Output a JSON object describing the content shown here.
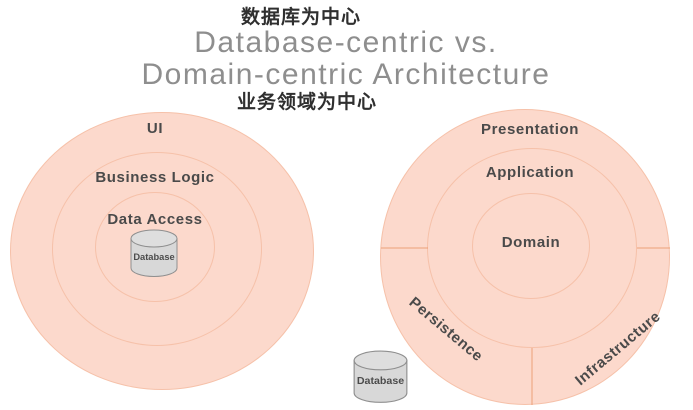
{
  "header": {
    "annotation_top": "数据库为中心",
    "title_line1": "Database-centric vs.",
    "title_line2": "Domain-centric Architecture",
    "annotation_bottom": "业务领域为中心"
  },
  "left_diagram": {
    "name": "database-centric",
    "layers": [
      "UI",
      "Business Logic",
      "Data Access"
    ],
    "database_label": "Database"
  },
  "right_diagram": {
    "name": "domain-centric",
    "layers": [
      "Presentation",
      "Application",
      "Domain"
    ],
    "outer_segments": [
      "Persistence",
      "Infrastructure"
    ],
    "database_label": "Database"
  },
  "colors": {
    "ring_fill": "#fcd9cc",
    "ring_stroke": "#ec9c70",
    "layer_text": "#4a4a4a",
    "title_text": "#8e8e8e",
    "annotation_text": "#2f2f2f",
    "cylinder_fill": "#d8d8d8",
    "cylinder_top_fill": "#dedede",
    "cylinder_stroke": "#8f8f8f"
  }
}
